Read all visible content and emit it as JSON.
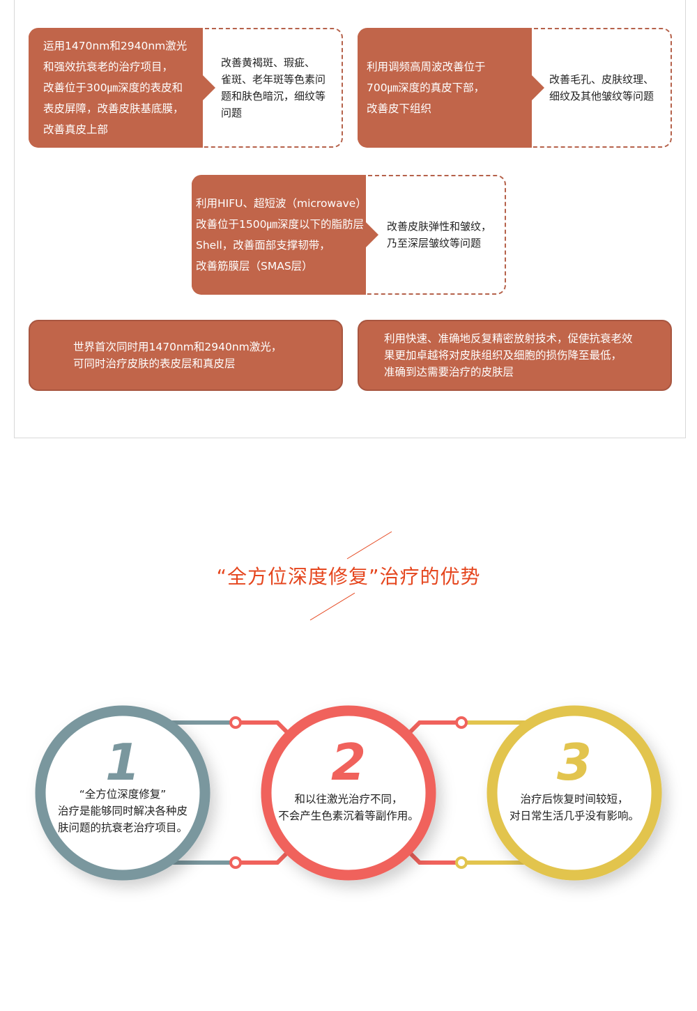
{
  "cards": [
    {
      "left": [
        "运用1470nm和2940nm激光",
        "和强效抗衰老的治疗项目，",
        "改善位于300㎛深度的表皮和",
        "表皮屏障，改善皮肤基底膜，",
        "改善真皮上部"
      ],
      "right": [
        "改善黄褐斑、瑕疵、",
        "雀斑、老年斑等色素问",
        "题和肤色暗沉，细纹等",
        "问题"
      ]
    },
    {
      "left": [
        "利用调频高周波改善位于",
        "700㎛深度的真皮下部，",
        "改善皮下组织"
      ],
      "right": [
        "改善毛孔、皮肤纹理、",
        "细纹及其他皱纹等问题"
      ]
    },
    {
      "left": [
        "利用HIFU、超短波（microwave）",
        "改善位于1500㎛深度以下的脂肪层",
        "Shell，改善面部支撑韧带，",
        "改善筋膜层（SMAS层）"
      ],
      "right": [
        "改善皮肤弹性和皱纹，",
        "乃至深层皱纹等问题"
      ]
    }
  ],
  "wide_cards": [
    [
      "世界首次同时用1470nm和2940nm激光，",
      "可同时治疗皮肤的表皮层和真皮层"
    ],
    [
      "利用快速、准确地反复精密放射技术，促使抗衰老效",
      "果更加卓越将对皮肤组织及细胞的损伤降至最低，",
      "准确到达需要治疗的皮肤层"
    ]
  ],
  "section_title": "“全方位深度修复”治疗的优势",
  "advantages": [
    {
      "number": "1",
      "color": "#7a979e",
      "lines": [
        "“全方位深度修复”",
        "治疗是能够同时解决各种皮",
        "肤问题的抗衰老治疗项目。"
      ]
    },
    {
      "number": "2",
      "color": "#f0625c",
      "lines": [
        "和以往激光治疗不同，",
        "不会产生色素沉着等副作用。"
      ]
    },
    {
      "number": "3",
      "color": "#e2c44e",
      "lines": [
        "治疗后恢复时间较短，",
        "对日常生活几乎没有影响。"
      ]
    }
  ]
}
